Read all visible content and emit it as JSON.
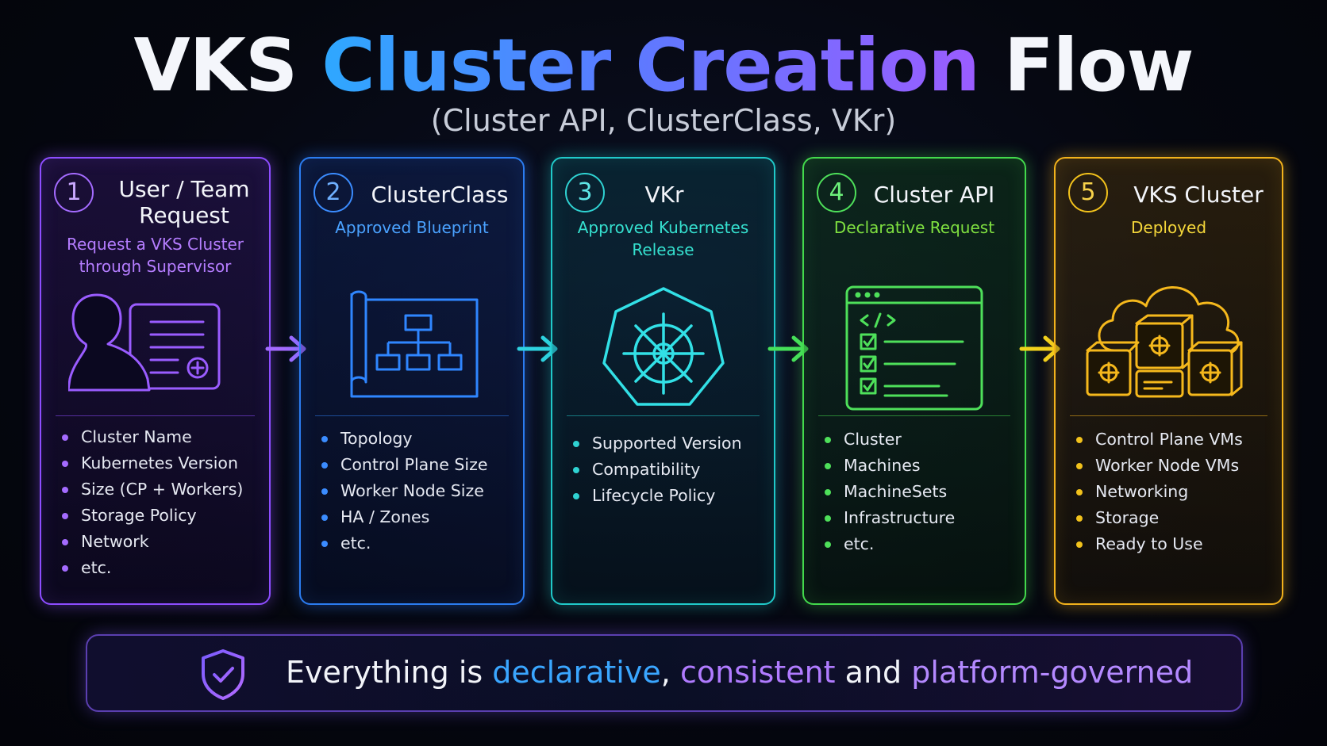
{
  "title": {
    "part1": "VKS",
    "part2": "Cluster Creation",
    "part3": "Flow",
    "subtitle": "(Cluster API, ClusterClass, VKr)"
  },
  "colors": {
    "purple": "#8d4dff",
    "blue": "#2b7cf0",
    "cyan": "#20c9c9",
    "green": "#43d94c",
    "yellow": "#f2b21c"
  },
  "steps": [
    {
      "number": "1",
      "title_line1": "User / Team",
      "title_line2": "Request",
      "subtitle_line1": "Request a VKS Cluster",
      "subtitle_line2": "through Supervisor",
      "icon": "user-request-form-icon",
      "items": [
        "Cluster Name",
        "Kubernetes Version",
        "Size (CP + Workers)",
        "Storage Policy",
        "Network",
        "etc."
      ]
    },
    {
      "number": "2",
      "title_line1": "ClusterClass",
      "subtitle_line1": "Approved Blueprint",
      "icon": "blueprint-topology-icon",
      "items": [
        "Topology",
        "Control Plane Size",
        "Worker Node Size",
        "HA / Zones",
        "etc."
      ]
    },
    {
      "number": "3",
      "title_line1": "VKr",
      "subtitle_line1": "Approved Kubernetes",
      "subtitle_line2": "Release",
      "icon": "kubernetes-helm-icon",
      "items": [
        "Supported Version",
        "Compatibility",
        "Lifecycle Policy"
      ]
    },
    {
      "number": "4",
      "title_line1": "Cluster API",
      "subtitle_line1": "Declarative Request",
      "icon": "code-checklist-window-icon",
      "items": [
        "Cluster",
        "Machines",
        "MachineSets",
        "Infrastructure",
        "etc."
      ]
    },
    {
      "number": "5",
      "title_line1": "VKS Cluster",
      "subtitle_line1": "Deployed",
      "icon": "cloud-nodes-icon",
      "items": [
        "Control Plane VMs",
        "Worker Node VMs",
        "Networking",
        "Storage",
        "Ready to Use"
      ]
    }
  ],
  "footer": {
    "icon": "shield-check-icon",
    "text1": "Everything is",
    "word1": "declarative",
    "text2": ",",
    "word2": "consistent",
    "text3": "and",
    "word3": "platform-governed"
  }
}
